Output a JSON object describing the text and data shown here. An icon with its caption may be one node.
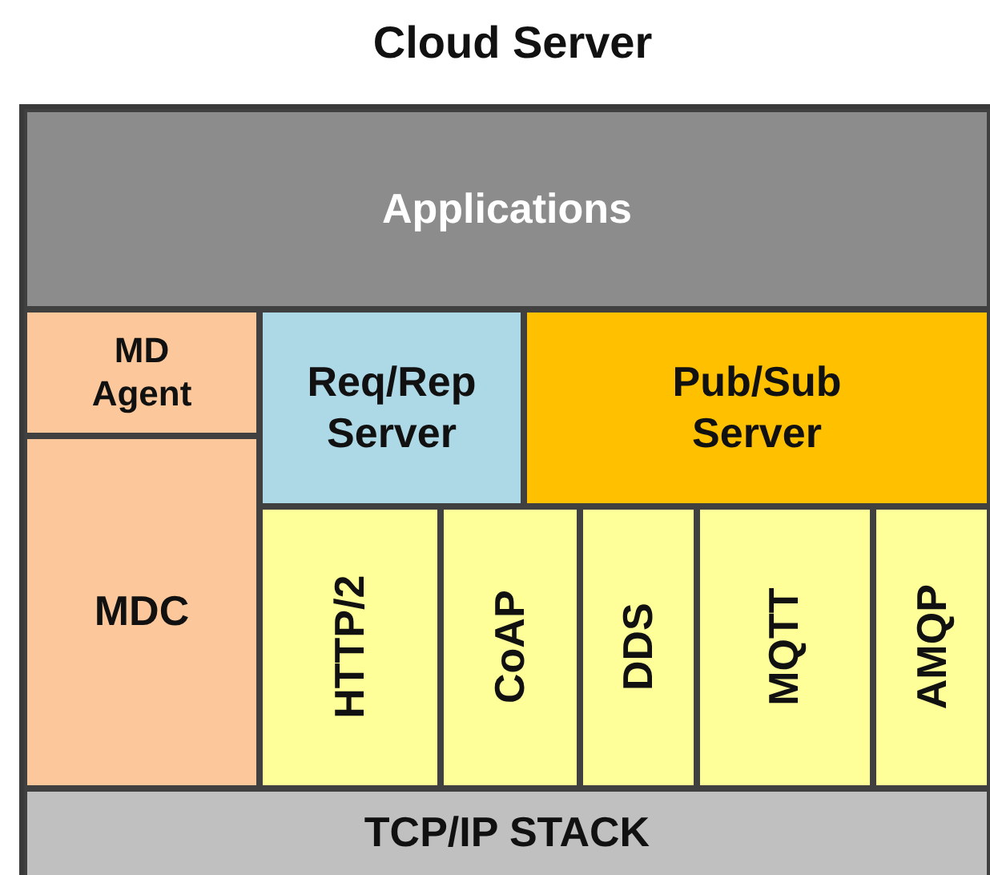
{
  "diagram": {
    "title": "Cloud Server",
    "nodes": [
      {
        "text": [],
        "shape": "box"
      },
      {
        "text": [
          "Applications"
        ],
        "in": 0
      },
      {
        "text": [
          "MD Agent"
        ],
        "in": 0
      },
      {
        "text": [
          "Req/Rep Server"
        ],
        "in": 0
      },
      {
        "text": [
          "Pub/Sub Server"
        ],
        "in": 0
      },
      {
        "text": [
          "MDC"
        ],
        "in": 0
      },
      {
        "text": [
          "HTTP/2"
        ],
        "in": 0
      },
      {
        "text": [
          "CoAP"
        ],
        "in": 0
      },
      {
        "text": [
          "DDS"
        ],
        "in": 0
      },
      {
        "text": [
          "MQTT"
        ],
        "in": 0
      },
      {
        "text": [
          "AMQP"
        ],
        "in": 0
      },
      {
        "text": [
          "TCP/IP STACK"
        ],
        "in": 0
      }
    ]
  }
}
